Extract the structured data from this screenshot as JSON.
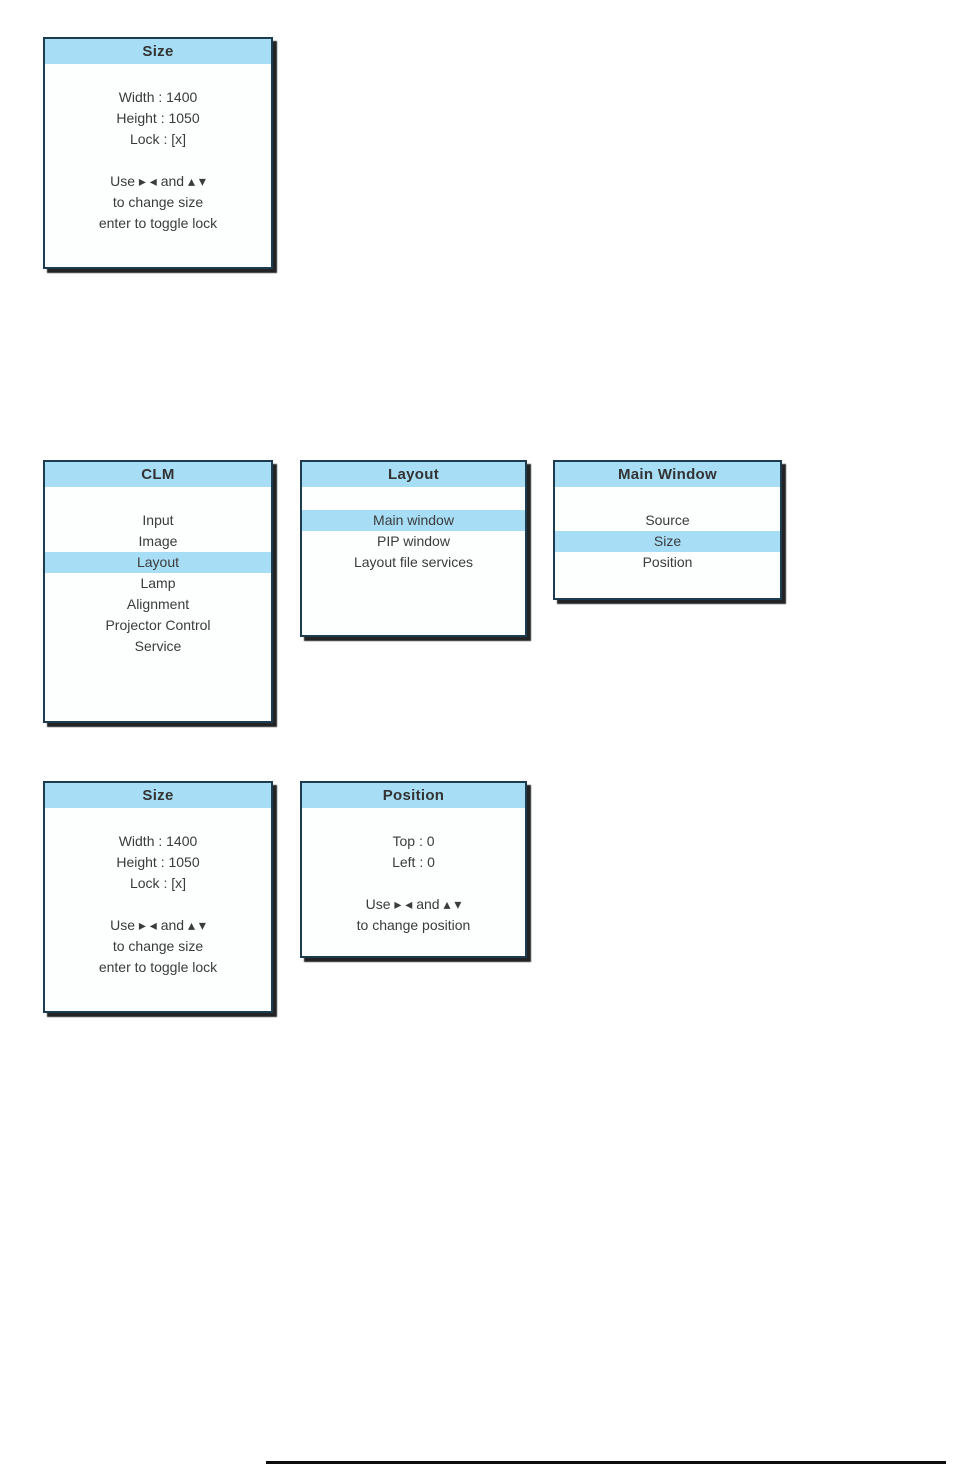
{
  "colors": {
    "titlebar_blue": "#a7ddf5",
    "highlight_blue": "#a7ddf5",
    "border_dark": "#1e3c50",
    "shadow_black": "#020406",
    "text_dark": "#3b3b3b",
    "footer_rule": "#0d0d0d"
  },
  "size_menu_top": {
    "title": "Size",
    "width_line": "Width : 1400",
    "height_line": "Height : 1050",
    "lock_line": "Lock : [x]",
    "hint_line1": "Use ▸ ◂ and ▴ ▾",
    "hint_line2": "to change size",
    "hint_line3": "enter to toggle lock"
  },
  "clm_menu": {
    "title": "CLM",
    "items": [
      {
        "label": "Input",
        "selected": false
      },
      {
        "label": "Image",
        "selected": false
      },
      {
        "label": "Layout",
        "selected": true
      },
      {
        "label": "Lamp",
        "selected": false
      },
      {
        "label": "Alignment",
        "selected": false
      },
      {
        "label": "Projector Control",
        "selected": false
      },
      {
        "label": "Service",
        "selected": false
      }
    ]
  },
  "layout_menu": {
    "title": "Layout",
    "items": [
      {
        "label": "Main window",
        "selected": true
      },
      {
        "label": "PIP window",
        "selected": false
      },
      {
        "label": "Layout file services",
        "selected": false
      }
    ]
  },
  "main_window_menu": {
    "title": "Main Window",
    "items": [
      {
        "label": "Source",
        "selected": false
      },
      {
        "label": "Size",
        "selected": true
      },
      {
        "label": "Position",
        "selected": false
      }
    ]
  },
  "size_menu_bottom": {
    "title": "Size",
    "width_line": "Width : 1400",
    "height_line": "Height : 1050",
    "lock_line": "Lock : [x]",
    "hint_line1": "Use ▸ ◂ and ▴ ▾",
    "hint_line2": "to change size",
    "hint_line3": "enter to toggle lock"
  },
  "position_menu": {
    "title": "Position",
    "top_line": "Top : 0",
    "left_line": "Left : 0",
    "hint_line1": "Use ▸ ◂ and ▴ ▾",
    "hint_line2": "to change position"
  }
}
